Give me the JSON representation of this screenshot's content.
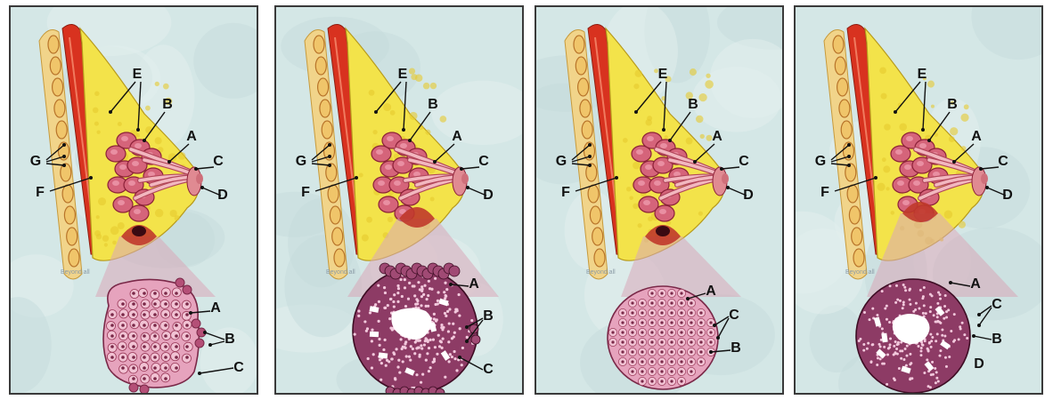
{
  "colors": {
    "background": "#d4e7e6",
    "fat": "#f3e34a",
    "muscle": "#d8321f",
    "lobule": "#d5647a",
    "duct": "#f2b7bf",
    "lesion": "#c0392b",
    "cell_light": "#e6a3bd",
    "cell_dark": "#7a2848"
  },
  "credit_text": "Beyond all",
  "panels": [
    {
      "id": "panel-1",
      "breast_labels": [
        "E",
        "B",
        "A",
        "C",
        "D",
        "G",
        "F"
      ],
      "inset_style": "irregular-mass",
      "inset_labels": [
        "A",
        "B",
        "C"
      ]
    },
    {
      "id": "panel-2",
      "breast_labels": [
        "E",
        "B",
        "A",
        "C",
        "D",
        "G",
        "F"
      ],
      "inset_style": "ring-with-lumen-and-buds",
      "inset_labels": [
        "A",
        "B",
        "C"
      ]
    },
    {
      "id": "panel-3",
      "breast_labels": [
        "E",
        "B",
        "A",
        "C",
        "D",
        "G",
        "F"
      ],
      "inset_style": "solid-round-mass",
      "inset_labels": [
        "A",
        "C",
        "B"
      ]
    },
    {
      "id": "panel-4",
      "breast_labels": [
        "E",
        "B",
        "A",
        "C",
        "D",
        "G",
        "F"
      ],
      "inset_style": "ring-with-lumen",
      "inset_labels": [
        "A",
        "C",
        "B",
        "D"
      ]
    }
  ]
}
